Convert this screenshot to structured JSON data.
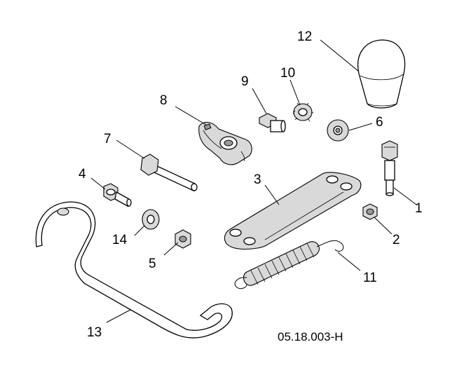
{
  "callouts": [
    {
      "id": "1",
      "label": "1"
    },
    {
      "id": "2",
      "label": "2"
    },
    {
      "id": "3",
      "label": "3"
    },
    {
      "id": "4",
      "label": "4"
    },
    {
      "id": "5",
      "label": "5"
    },
    {
      "id": "6",
      "label": "6"
    },
    {
      "id": "7",
      "label": "7"
    },
    {
      "id": "8",
      "label": "8"
    },
    {
      "id": "9",
      "label": "9"
    },
    {
      "id": "10",
      "label": "10"
    },
    {
      "id": "11",
      "label": "11"
    },
    {
      "id": "12",
      "label": "12"
    },
    {
      "id": "13",
      "label": "13"
    },
    {
      "id": "14",
      "label": "14"
    }
  ],
  "reference_code": "05.18.003-H"
}
